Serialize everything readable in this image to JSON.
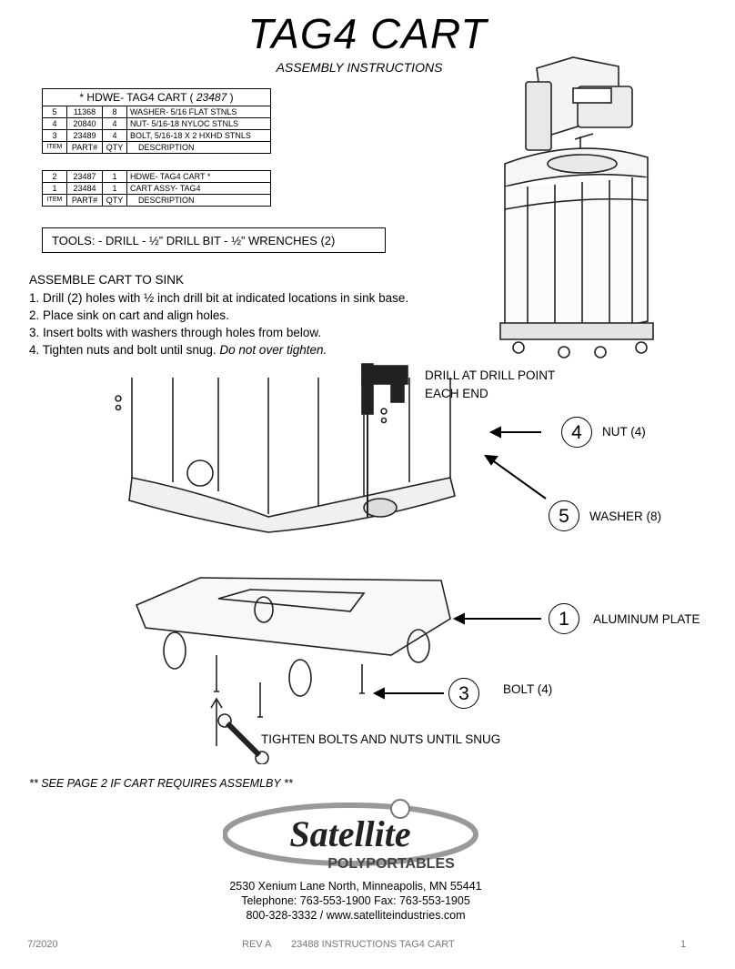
{
  "header": {
    "title": "TAG4  CART",
    "subtitle": "ASSEMBLY INSTRUCTIONS"
  },
  "table1": {
    "caption_prefix": "* HDWE- TAG4 CART ( ",
    "caption_part": "23487",
    "caption_suffix": " )",
    "rows": [
      {
        "item": "5",
        "part": "11368",
        "qty": "8",
        "desc": "WASHER- 5/16 FLAT STNLS"
      },
      {
        "item": "4",
        "part": "20840",
        "qty": "4",
        "desc": "NUT- 5/16-18 NYLOC STNLS"
      },
      {
        "item": "3",
        "part": "23489",
        "qty": "4",
        "desc": "BOLT, 5/16-18 X 2 HXHD STNLS"
      }
    ],
    "headers": {
      "item": "ITEM",
      "part": "PART#",
      "qty": "QTY",
      "desc": "DESCRIPTION"
    }
  },
  "table2": {
    "rows": [
      {
        "item": "2",
        "part": "23487",
        "qty": "1",
        "desc": "HDWE- TAG4 CART     *"
      },
      {
        "item": "1",
        "part": "23484",
        "qty": "1",
        "desc": "CART ASSY- TAG4"
      }
    ],
    "headers": {
      "item": "ITEM",
      "part": "PART#",
      "qty": "QTY",
      "desc": "DESCRIPTION"
    }
  },
  "tools": "TOOLS:   - DRILL   - ½” DRILL BIT    -  ½”  WRENCHES (2)",
  "instructions": {
    "heading": "ASSEMBLE CART TO SINK",
    "steps": [
      "1.  Drill (2) holes with ½ inch drill bit at indicated locations in sink base.",
      "2.  Place sink on cart and align holes.",
      "3.  Insert bolts with washers through holes from below."
    ],
    "step4_main": "4.  Tighten nuts and bolt until snug.  ",
    "step4_italic": "Do not over tighten."
  },
  "callouts": {
    "drill_line1": "DRILL  AT DRILL POINT",
    "drill_line2": "EACH END",
    "n4": "4",
    "nut": "NUT  (4)",
    "n5": "5",
    "washer": "WASHER  (8)",
    "n1": "1",
    "plate": "ALUMINUM PLATE",
    "n3": "3",
    "bolt": "BOLT (4)",
    "tighten": "TIGHTEN BOLTS AND NUTS UNTIL SNUG"
  },
  "note": "** SEE PAGE 2 IF CART REQUIRES ASSEMLBY **",
  "logo": {
    "brand": "Satellite",
    "tagline": "POLYPORTABLES"
  },
  "address": {
    "line1": "2530 Xenium Lane North, Minneapolis, MN  55441",
    "line2": "Telephone:  763-553-1900    Fax: 763-553-1905",
    "line3": "800-328-3332 / www.satelliteindustries.com"
  },
  "footer": {
    "date": "7/2020",
    "rev": "REV A",
    "doc": "23488 INSTRUCTIONS TAG4 CART",
    "page": "1"
  }
}
